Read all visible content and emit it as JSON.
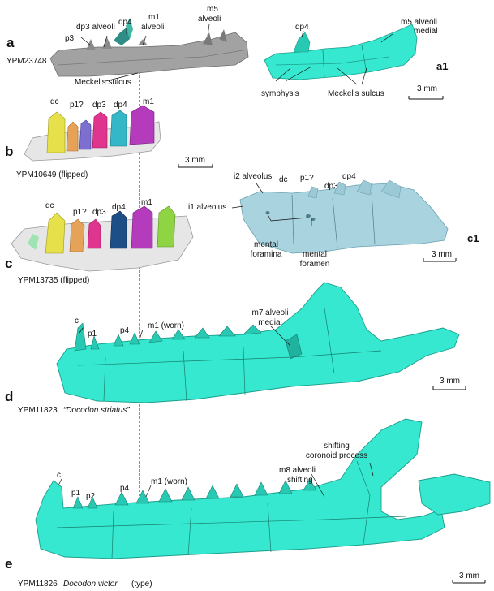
{
  "panels": {
    "a": {
      "letter": "a",
      "specimen": "YPM23748",
      "labels": {
        "dp3": "dp3 alveoli",
        "dp4": "dp4",
        "m1_a": "m1",
        "m1_b": "alveoli",
        "m5_a": "m5",
        "m5_b": "alveoli",
        "p3": "p3",
        "meckel": "Meckel's sulcus"
      }
    },
    "a1": {
      "letter": "a1",
      "labels": {
        "dp4": "dp4",
        "m5_a": "m5 alveoli",
        "m5_b": "medial",
        "symphysis": "symphysis",
        "meckel": "Meckel's sulcus"
      },
      "scale": "3 mm"
    },
    "b": {
      "letter": "b",
      "specimen": "YPM10649 (flipped)",
      "labels": {
        "dc": "dc",
        "p1": "p1?",
        "dp3": "dp3",
        "dp4": "dp4",
        "m1": "m1"
      },
      "scale": "3 mm"
    },
    "c": {
      "letter": "c",
      "specimen": "YPM13735 (flipped)",
      "labels": {
        "dc": "dc",
        "p1": "p1?",
        "dp3": "dp3",
        "dp4": "dp4",
        "m1": "m1"
      }
    },
    "c1": {
      "letter": "c1",
      "labels": {
        "i2": "i2 alveolus",
        "dc": "dc",
        "p1": "p1?",
        "dp3": "dp3",
        "dp4": "dp4",
        "i1": "i1 alveolus",
        "mental_a": "mental",
        "mental_b": "foramina",
        "mental2_a": "mental",
        "mental2_b": "foramen"
      },
      "scale": "3 mm"
    },
    "d": {
      "letter": "d",
      "specimen_id": "YPM11823",
      "specimen_name": "“Docodon striatus”",
      "labels": {
        "c": "c",
        "p1": "p1",
        "p4": "p4",
        "m1": "m1 (worn)",
        "m7_a": "m7 alveoli",
        "m7_b": "medial"
      },
      "scale": "3 mm"
    },
    "e": {
      "letter": "e",
      "specimen_id": "YPM11826",
      "specimen_name": "Docodon victor",
      "specimen_suffix": "(type)",
      "labels": {
        "c": "c",
        "p1": "p1",
        "p2": "p2",
        "p4": "p4",
        "m1": "m1 (worn)",
        "m8_a": "m8 alveoli",
        "m8_b": "shifting",
        "shift_a": "shifting",
        "shift_b": "coronoid process"
      },
      "scale": "3 mm"
    }
  },
  "colors": {
    "turquoise": "#35e8cf",
    "turquoise_dark": "#1fb39f",
    "blue_grey": "#a9d3df",
    "grey_bone": "#9a9a9a",
    "dc": "#e6e04a",
    "p1": "#e7a25a",
    "dp3": "#e0358e",
    "dp4": "#34b7c6",
    "m1": "#b43bbc"
  }
}
